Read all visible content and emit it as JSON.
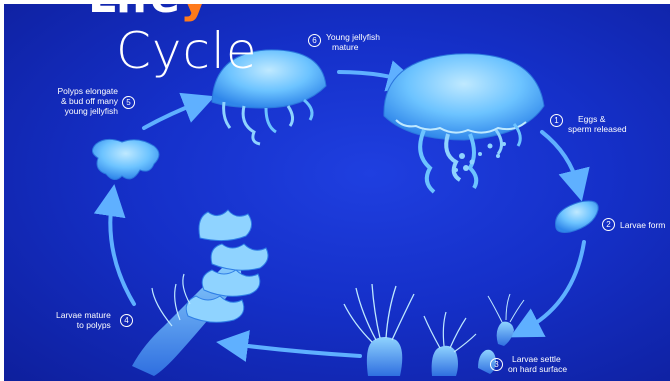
{
  "title": {
    "top_line_dark": "Life",
    "top_line_accent": "y",
    "main": "Cycle"
  },
  "stages": [
    {
      "number": "1",
      "label_lines": [
        "Eggs &",
        "sperm released"
      ]
    },
    {
      "number": "2",
      "label_lines": [
        "Larvae form"
      ]
    },
    {
      "number": "3",
      "label_lines": [
        "Larvae settle",
        "on hard surface"
      ]
    },
    {
      "number": "4",
      "label_lines": [
        "Larvae mature",
        "to polyps"
      ]
    },
    {
      "number": "5",
      "label_lines": [
        "Polyps elongate",
        "& bud off many",
        "young jellyfish"
      ]
    },
    {
      "number": "6",
      "label_lines": [
        "Young jellyfish",
        "mature"
      ]
    }
  ],
  "colors": {
    "background": "#1530c9",
    "arrow": "#5fb0ff",
    "organism_light": "#8fd3ff",
    "organism_dark": "#2f7fe6",
    "accent": "#ff7a1a"
  }
}
